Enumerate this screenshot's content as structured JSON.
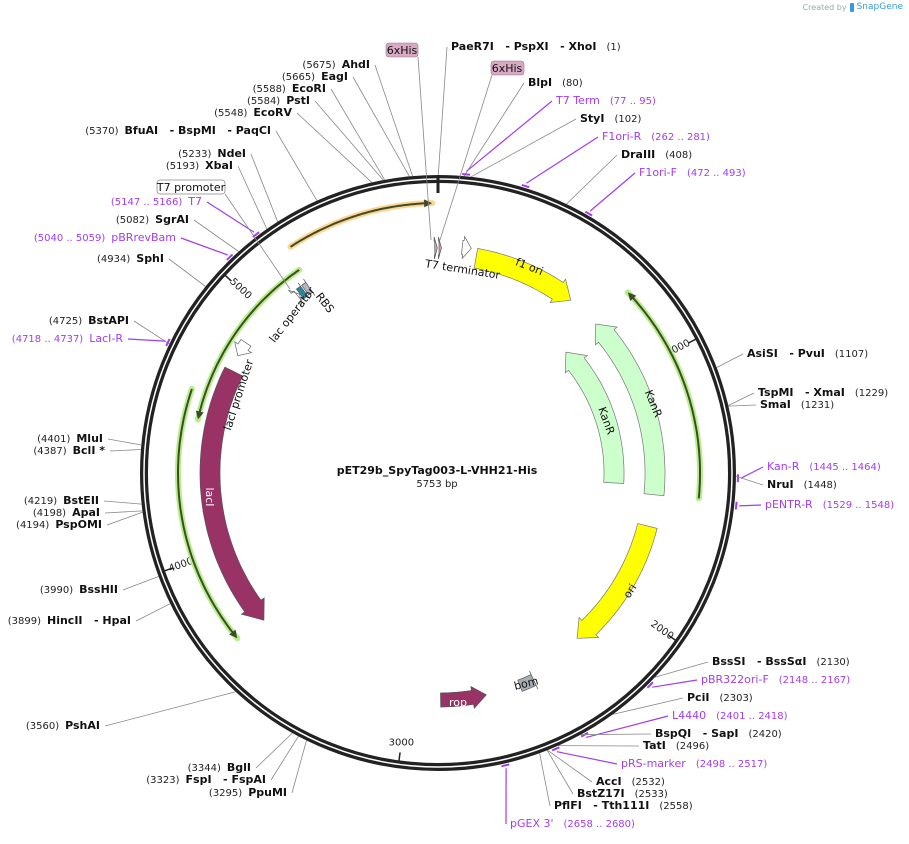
{
  "credit": {
    "prefix": "Created by",
    "brand": "SnapGene"
  },
  "plasmid": {
    "name": "pET29b_SpyTag003-L-VHH21-His",
    "size_label": "5753 bp",
    "length": 5753
  },
  "ticks": [
    {
      "bp": 1000,
      "label": "1000"
    },
    {
      "bp": 2000,
      "label": "2000"
    },
    {
      "bp": 3000,
      "label": "3000"
    },
    {
      "bp": 4000,
      "label": "4000"
    },
    {
      "bp": 5000,
      "label": "5000"
    }
  ],
  "sites": [
    {
      "type": "enzyme",
      "name": "AhdI",
      "pos": "(5675)",
      "bp": 5675
    },
    {
      "type": "enzyme",
      "name": "EagI",
      "pos": "(5665)",
      "bp": 5665
    },
    {
      "type": "enzyme",
      "name": "EcoRI",
      "pos": "(5588)",
      "bp": 5588
    },
    {
      "type": "enzyme",
      "name": "PstI",
      "pos": "(5584)",
      "bp": 5584
    },
    {
      "type": "enzyme",
      "name": "EcoRV",
      "pos": "(5548)",
      "bp": 5548
    },
    {
      "type": "enzyme",
      "name": "BfuAI   - BspMI   - PaqCI",
      "pos": "(5370)",
      "bp": 5370
    },
    {
      "type": "enzyme",
      "name": "NdeI",
      "pos": "(5233)",
      "bp": 5233
    },
    {
      "type": "enzyme",
      "name": "XbaI",
      "pos": "(5193)",
      "bp": 5193
    },
    {
      "type": "primer",
      "name": "T7",
      "pos": "(5147 .. 5166)",
      "bp": 5156
    },
    {
      "type": "enzyme",
      "name": "SgrAI",
      "pos": "(5082)",
      "bp": 5082
    },
    {
      "type": "primer",
      "name": "pBRrevBam",
      "pos": "(5040 .. 5059)",
      "bp": 5050
    },
    {
      "type": "enzyme",
      "name": "SphI",
      "pos": "(4934)",
      "bp": 4934
    },
    {
      "type": "enzyme",
      "name": "BstAPI",
      "pos": "(4725)",
      "bp": 4725
    },
    {
      "type": "primer",
      "name": "LacI-R",
      "pos": "(4718 .. 4737)",
      "bp": 4727
    },
    {
      "type": "enzyme",
      "name": "MluI",
      "pos": "(4401)",
      "bp": 4401
    },
    {
      "type": "enzyme",
      "name": "BclI *",
      "pos": "(4387)",
      "bp": 4387
    },
    {
      "type": "enzyme",
      "name": "BstEII",
      "pos": "(4219)",
      "bp": 4219
    },
    {
      "type": "enzyme",
      "name": "ApaI",
      "pos": "(4198)",
      "bp": 4198
    },
    {
      "type": "enzyme",
      "name": "PspOMI",
      "pos": "(4194)",
      "bp": 4194
    },
    {
      "type": "enzyme",
      "name": "BssHII",
      "pos": "(3990)",
      "bp": 3990
    },
    {
      "type": "enzyme",
      "name": "HincII   - HpaI",
      "pos": "(3899)",
      "bp": 3899
    },
    {
      "type": "enzyme",
      "name": "PshAI",
      "pos": "(3560)",
      "bp": 3560
    },
    {
      "type": "enzyme",
      "name": "BglI",
      "pos": "(3344)",
      "bp": 3344
    },
    {
      "type": "enzyme",
      "name": "FspI   - FspAI",
      "pos": "(3323)",
      "bp": 3323
    },
    {
      "type": "enzyme",
      "name": "PpuMI",
      "pos": "(3295)",
      "bp": 3295
    },
    {
      "type": "enzyme",
      "name": "PaeR7I   - PspXI   - XhoI",
      "pos": "(1)",
      "bp": 1
    },
    {
      "type": "enzyme",
      "name": "BlpI",
      "pos": "(80)",
      "bp": 80
    },
    {
      "type": "primer",
      "name": "T7 Term",
      "pos": "(77 .. 95)",
      "bp": 86
    },
    {
      "type": "enzyme",
      "name": "StyI",
      "pos": "(102)",
      "bp": 102
    },
    {
      "type": "primer",
      "name": "F1ori-R",
      "pos": "(262 .. 281)",
      "bp": 271
    },
    {
      "type": "enzyme",
      "name": "DraIII",
      "pos": "(408)",
      "bp": 408
    },
    {
      "type": "primer",
      "name": "F1ori-F",
      "pos": "(472 .. 493)",
      "bp": 482
    },
    {
      "type": "enzyme",
      "name": "AsiSI   - PvuI",
      "pos": "(1107)",
      "bp": 1107
    },
    {
      "type": "enzyme",
      "name": "TspMI   - XmaI",
      "pos": "(1229)",
      "bp": 1229
    },
    {
      "type": "enzyme",
      "name": "SmaI",
      "pos": "(1231)",
      "bp": 1231
    },
    {
      "type": "primer",
      "name": "Kan-R",
      "pos": "(1445 .. 1464)",
      "bp": 1454
    },
    {
      "type": "enzyme",
      "name": "NruI",
      "pos": "(1448)",
      "bp": 1448
    },
    {
      "type": "primer",
      "name": "pENTR-R",
      "pos": "(1529 .. 1548)",
      "bp": 1538
    },
    {
      "type": "enzyme",
      "name": "BssSI   - BssSαI",
      "pos": "(2130)",
      "bp": 2130
    },
    {
      "type": "primer",
      "name": "pBR322ori-F",
      "pos": "(2148 .. 2167)",
      "bp": 2157
    },
    {
      "type": "enzyme",
      "name": "PciI",
      "pos": "(2303)",
      "bp": 2303
    },
    {
      "type": "primer",
      "name": "L4440",
      "pos": "(2401 .. 2418)",
      "bp": 2409
    },
    {
      "type": "enzyme",
      "name": "BspQI   - SapI",
      "pos": "(2420)",
      "bp": 2420
    },
    {
      "type": "enzyme",
      "name": "TatI",
      "pos": "(2496)",
      "bp": 2496
    },
    {
      "type": "primer",
      "name": "pRS-marker",
      "pos": "(2498 .. 2517)",
      "bp": 2507
    },
    {
      "type": "enzyme",
      "name": "AccI",
      "pos": "(2532)",
      "bp": 2532
    },
    {
      "type": "enzyme",
      "name": "BstZ17I",
      "pos": "(2533)",
      "bp": 2533
    },
    {
      "type": "enzyme",
      "name": "PflFI   - Tth111I",
      "pos": "(2558)",
      "bp": 2558
    },
    {
      "type": "primer",
      "name": "pGEX 3'",
      "pos": "(2658 .. 2680)",
      "bp": 2669
    }
  ],
  "features": {
    "his_tag_1": "6xHis",
    "his_tag_2": "6xHis",
    "t7_promoter": "T7 promoter",
    "t7_terminator": "T7 terminator",
    "f1_ori": "f1 ori",
    "kanr_1": "KanR",
    "kanr_2": "KanR",
    "ori": "ori",
    "bom": "bom",
    "rop": "rop",
    "laci": "lacI",
    "laci_promoter": "lacI promoter",
    "lac_operator": "lac operator",
    "rbs": "RBS"
  },
  "colors": {
    "primer": "#a23cf0",
    "yellow_feature": "#ffff00",
    "kanr": "#ccffcc",
    "laci": "#993366",
    "bom": "#a7adb4",
    "lac_operator": "#2b86a0",
    "his": "#d9a9c3",
    "orf_glow_green": "#b5ef86",
    "orf_glow_orange": "#ffd48c"
  }
}
